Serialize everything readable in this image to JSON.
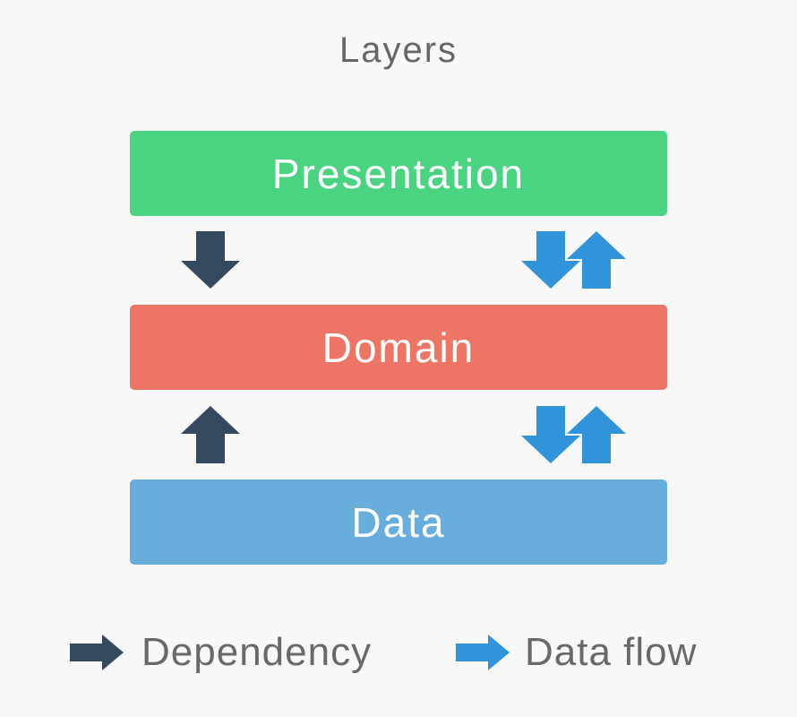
{
  "title": "Layers",
  "colors": {
    "background": "#f8f8f8",
    "dependency": "#34495e",
    "data_flow": "#3193da",
    "title_text": "#666666",
    "legend_text": "#696969",
    "box_text": "#ffffff"
  },
  "layers": [
    {
      "label": "Presentation",
      "color": "#4ad381"
    },
    {
      "label": "Domain",
      "color": "#ec7566"
    },
    {
      "label": "Data",
      "color": "#68aedd"
    }
  ],
  "arrows": [
    {
      "between": "presentation-domain",
      "type": "dependency",
      "direction": "down"
    },
    {
      "between": "presentation-domain",
      "type": "data-flow",
      "direction": "down"
    },
    {
      "between": "presentation-domain",
      "type": "data-flow",
      "direction": "up"
    },
    {
      "between": "domain-data",
      "type": "dependency",
      "direction": "up"
    },
    {
      "between": "domain-data",
      "type": "data-flow",
      "direction": "down"
    },
    {
      "between": "domain-data",
      "type": "data-flow",
      "direction": "up"
    }
  ],
  "legend": [
    {
      "label": "Dependency",
      "color": "#34495e"
    },
    {
      "label": "Data flow",
      "color": "#3193da"
    }
  ]
}
